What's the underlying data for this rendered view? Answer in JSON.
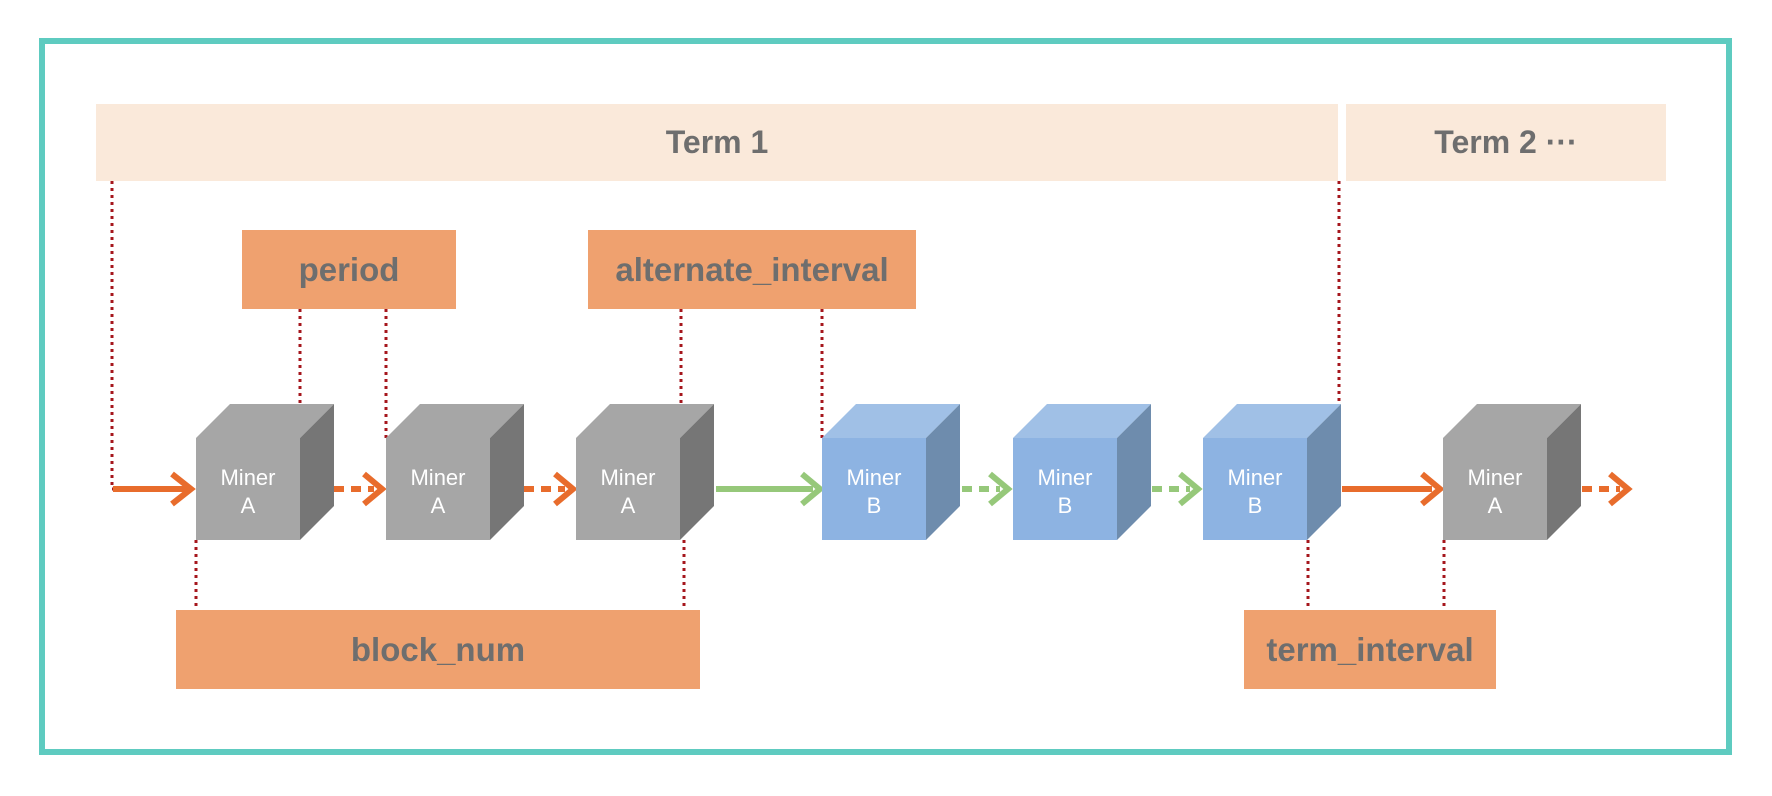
{
  "terms": [
    {
      "label": "Term 1"
    },
    {
      "label": "Term 2 ···"
    }
  ],
  "params": {
    "period": "period",
    "alternate_interval": "alternate_interval",
    "block_num": "block_num",
    "term_interval": "term_interval"
  },
  "blocks": [
    {
      "line1": "Miner",
      "line2": "A",
      "miner": "A"
    },
    {
      "line1": "Miner",
      "line2": "A",
      "miner": "A"
    },
    {
      "line1": "Miner",
      "line2": "A",
      "miner": "A"
    },
    {
      "line1": "Miner",
      "line2": "B",
      "miner": "B"
    },
    {
      "line1": "Miner",
      "line2": "B",
      "miner": "B"
    },
    {
      "line1": "Miner",
      "line2": "B",
      "miner": "B"
    },
    {
      "line1": "Miner",
      "line2": "A",
      "miner": "A"
    }
  ],
  "colors": {
    "frame": "#5ecbc0",
    "term_fill": "#fae9da",
    "param_fill": "#efa16f",
    "label_text": "#6e6e6e",
    "miner_a_front": "#a6a6a6",
    "miner_a_top": "#a6a6a6",
    "miner_a_side": "#767676",
    "miner_b_front": "#8db3e2",
    "miner_b_top": "#a0c0e6",
    "miner_b_side": "#6e8cad",
    "arrow_orange": "#e86c2c",
    "arrow_green": "#96c87a",
    "guide_line": "#a5161c"
  }
}
